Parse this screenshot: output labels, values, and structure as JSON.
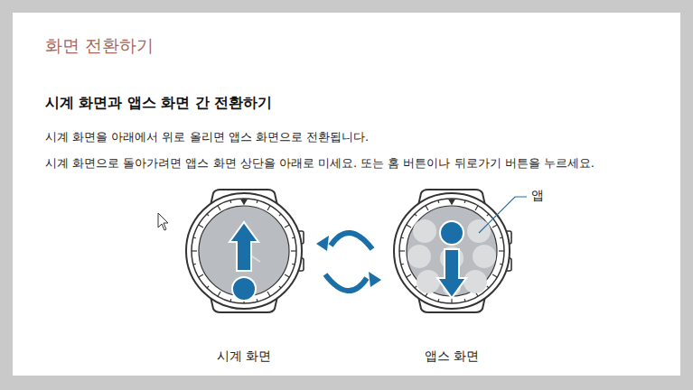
{
  "diagram": {
    "title": "화면 전환하기",
    "nodes": [
      {
        "text": [
          "시계 화면"
        ]
      },
      {
        "text": [
          "앱스 화면"
        ]
      }
    ],
    "edges": [
      {
        "from": 0,
        "to": 1,
        "arrow": "both"
      }
    ],
    "labels": [
      "시계 화면과 앱스 화면 간 전환하기",
      "시계 화면을 아래에서 위로 올리면 앱스 화면으로 전환됩니다.",
      "시계 화면으로 돌아가려면 앱스 화면 상단을 아래로 미세요. 또는 홈 버튼이나 뒤로가기 버튼을 누르세요.",
      "앱"
    ]
  }
}
